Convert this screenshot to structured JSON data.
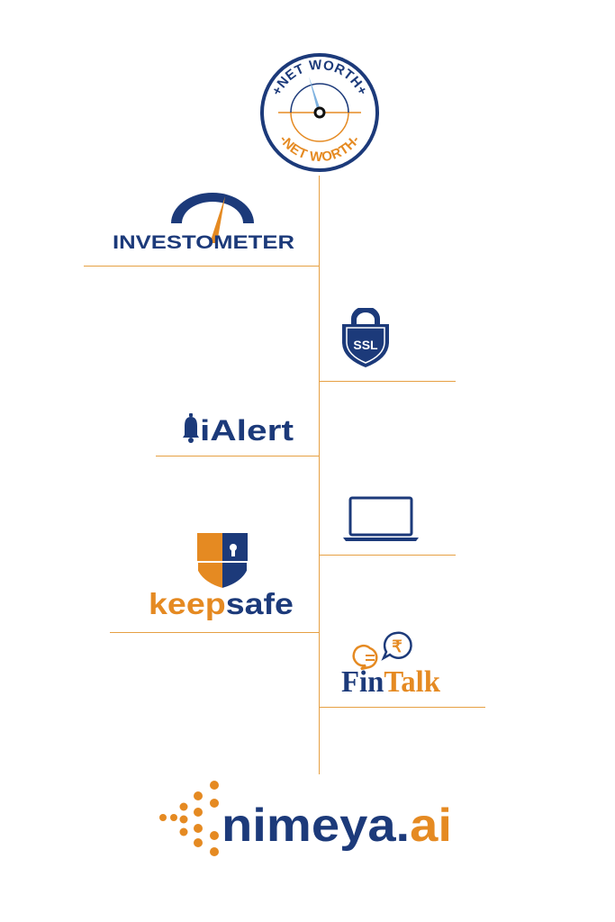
{
  "logos": {
    "networth": {
      "top_text": "+NET WORTH+",
      "bottom_text": "-NET WORTH-"
    },
    "investometer": {
      "label": "INVESTOMETER"
    },
    "ssl": {
      "label": "SSL"
    },
    "ialert": {
      "label": "iAlert"
    },
    "keepsafe": {
      "part1": "keep",
      "part2": "safe"
    },
    "fintalk": {
      "part1": "Fin",
      "part2": "Talk",
      "bubble_symbol": "₹"
    },
    "nimeya": {
      "part1": "nimeya.",
      "part2": "ai"
    }
  },
  "colors": {
    "navy": "#1c3a7a",
    "orange": "#e58a22",
    "light_blue": "#7fb2e0"
  },
  "icons": [
    "gauge-icon",
    "shield-lock-icon",
    "bell-icon",
    "laptop-icon",
    "keyhole-shield-icon",
    "chat-bubble-icon",
    "dot-pattern-icon"
  ]
}
